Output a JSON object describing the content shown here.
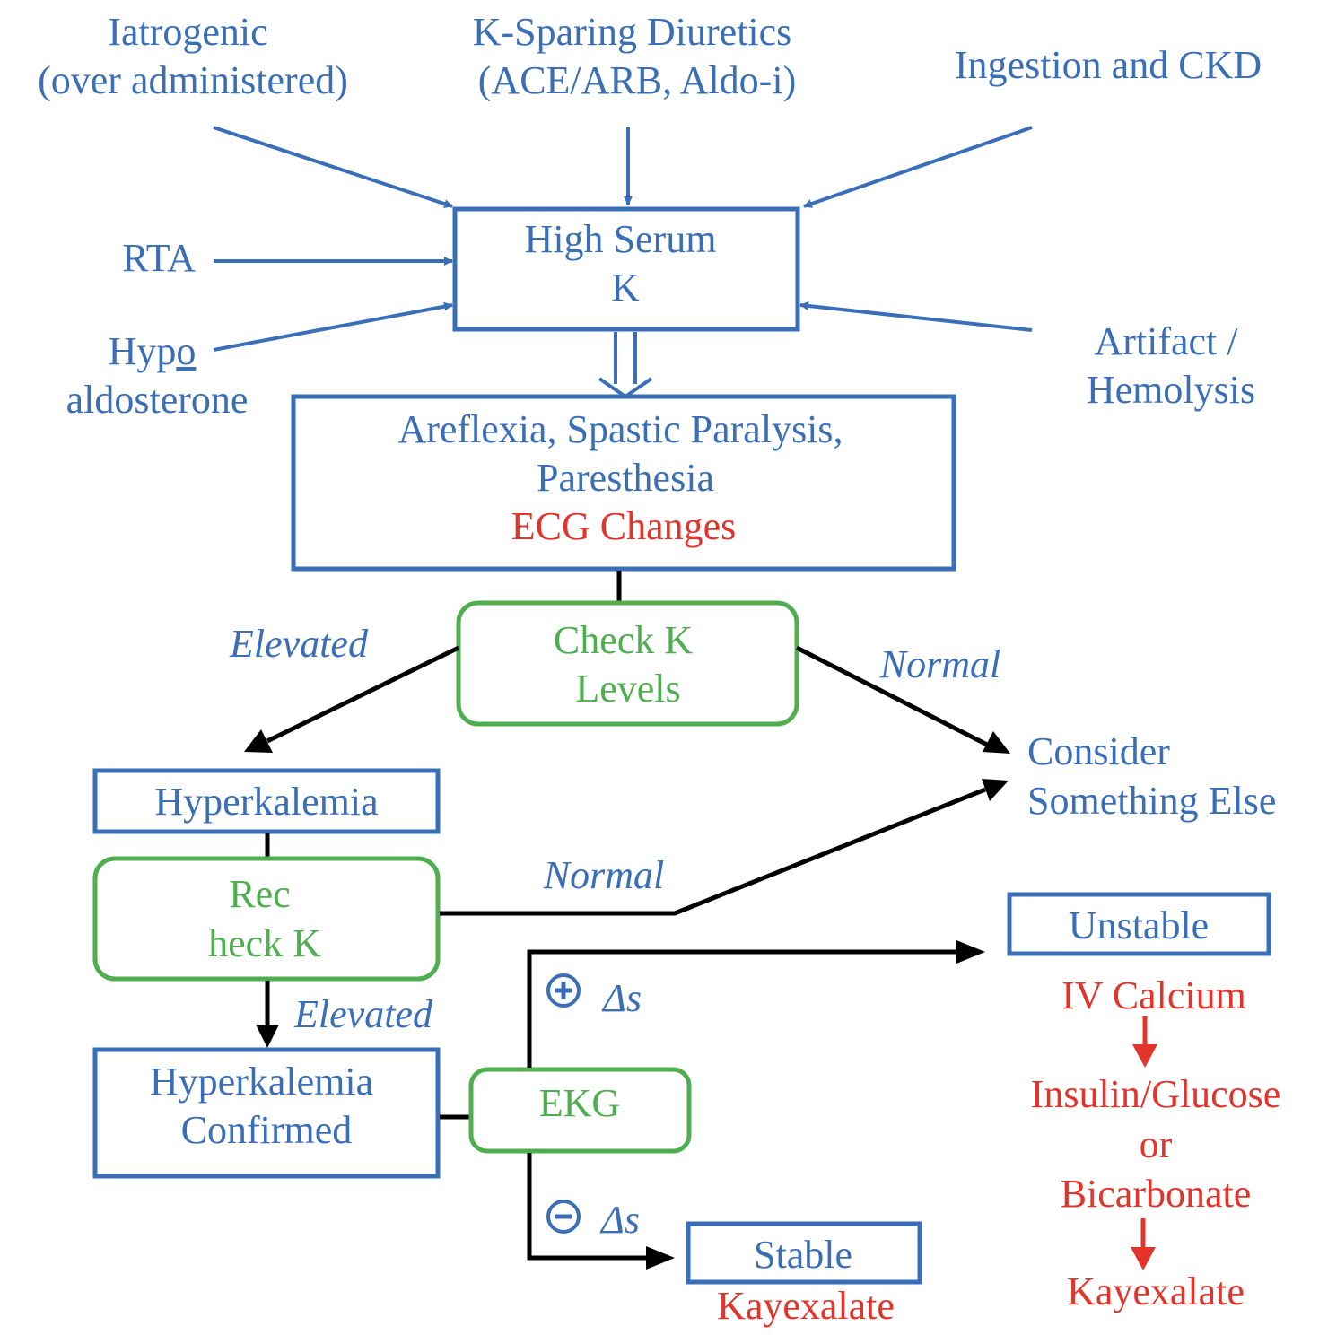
{
  "colors": {
    "blue": "#3a6fb8",
    "green": "#4fae4f",
    "red": "#e3342c",
    "black": "#000000"
  },
  "causes": {
    "iatrogenic": [
      "Iatrogenic",
      "(over administered)"
    ],
    "k_sparing": [
      "K-Sparing Diuretics",
      "(ACE/ARB, Aldo-i)"
    ],
    "ingestion": "Ingestion and CKD",
    "rta": "RTA",
    "hypoaldo": {
      "prefix": "Hyp",
      "underlined": "o",
      "line2": "aldosterone"
    },
    "artifact": [
      "Artifact /",
      "Hemolysis"
    ]
  },
  "high_serum": [
    "High Serum",
    "K"
  ],
  "symptoms": {
    "lines": [
      "Areflexia, Spastic Paralysis,",
      "Paresthesia"
    ],
    "ecg": "ECG Changes"
  },
  "check_k": [
    "Check K",
    "Levels"
  ],
  "labels": {
    "elevated_1": "Elevated",
    "normal_1": "Normal",
    "normal_2": "Normal",
    "elevated_2": "Elevated",
    "plus_delta": "Δs",
    "minus_delta": "Δs"
  },
  "icons": {
    "plus": "plus-circle-icon",
    "minus": "minus-circle-icon"
  },
  "consider": [
    "Consider",
    "Something Else"
  ],
  "hyperkalemia": "Hyperkalemia",
  "recheck": [
    "Rec",
    "heck K"
  ],
  "confirmed": [
    "Hyperkalemia",
    "Confirmed"
  ],
  "ekg": "EKG",
  "unstable": {
    "label": "Unstable",
    "steps": [
      "IV Calcium",
      "Insulin/Glucose",
      "or",
      "Bicarbonate",
      "Kayexalate"
    ]
  },
  "stable": {
    "label": "Stable",
    "treatment": "Kayexalate"
  }
}
